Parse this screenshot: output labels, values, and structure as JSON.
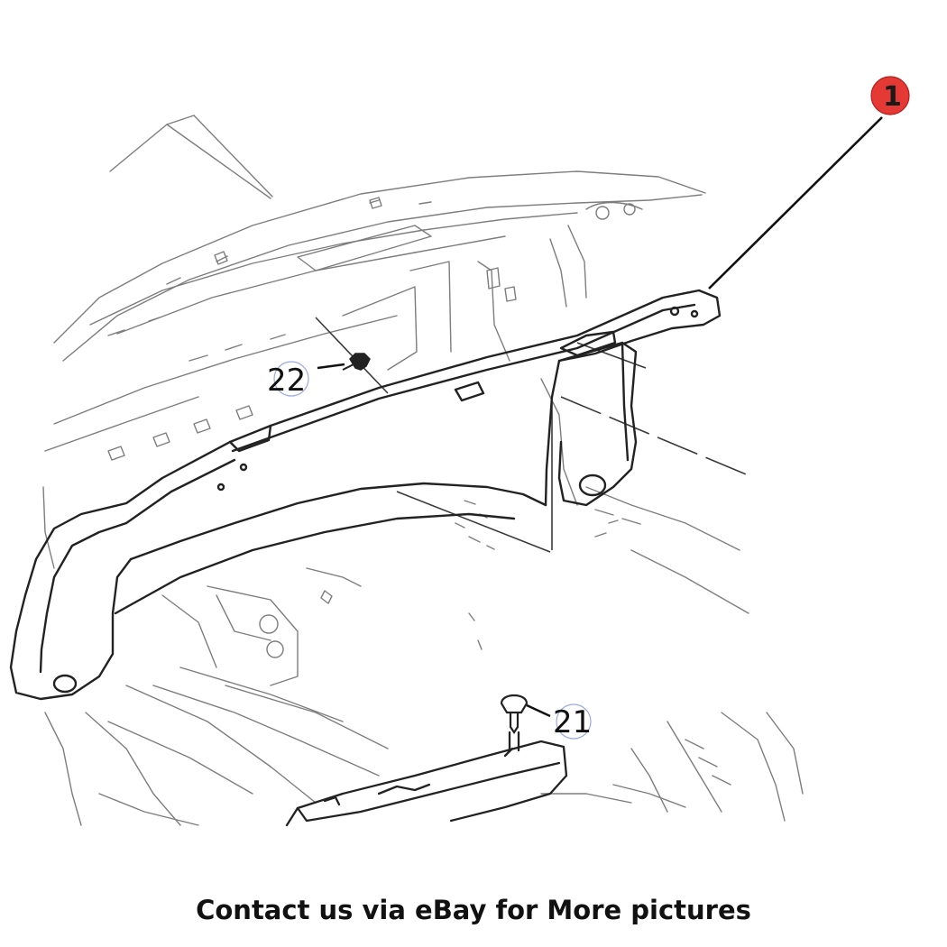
{
  "diagram": {
    "callouts": {
      "part_1": "1",
      "part_22": "22",
      "part_21": "21"
    },
    "colors": {
      "line": "#2b2b2b",
      "faint_line": "#8a8a8a",
      "highlight_marker": "#e53935",
      "part_circle": "#9aa8e6"
    }
  },
  "caption": "Contact us via eBay for More pictures"
}
